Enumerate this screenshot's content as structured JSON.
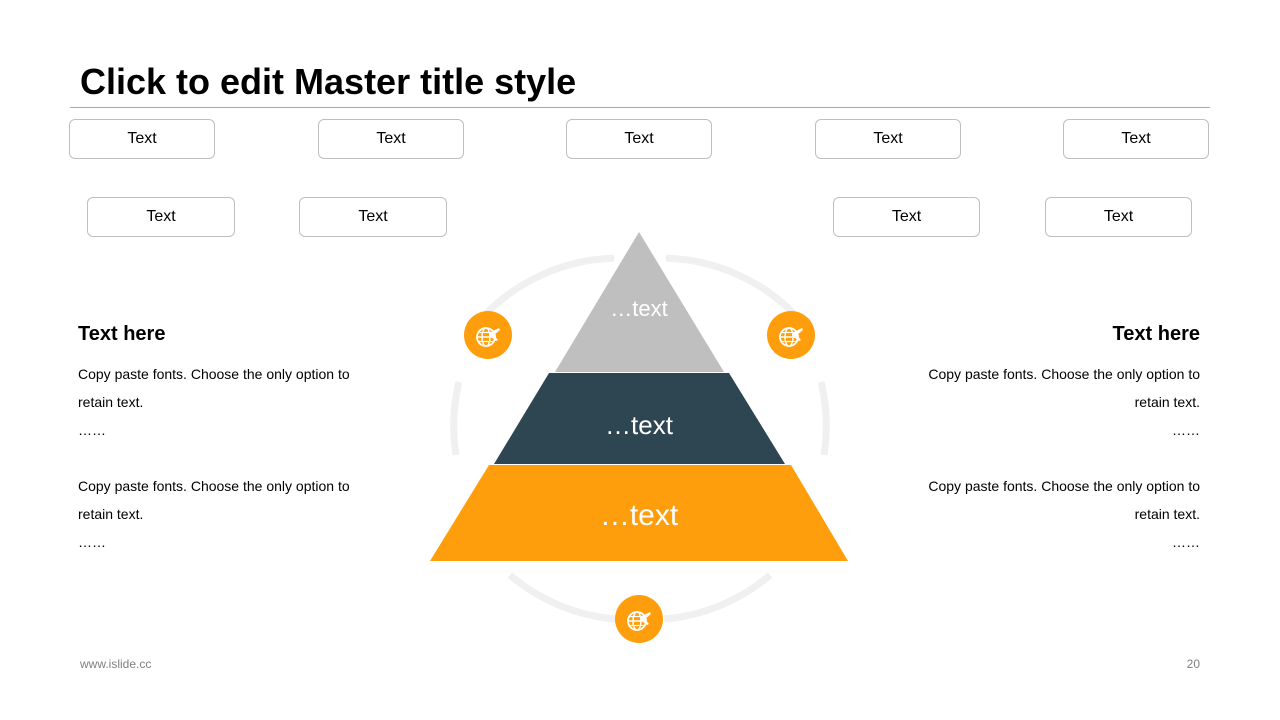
{
  "title": "Click to edit Master title style",
  "top_row": [
    "Text",
    "Text",
    "Text",
    "Text",
    "Text"
  ],
  "second_row": [
    "Text",
    "Text",
    "Text",
    "Text"
  ],
  "left_panel": {
    "heading": "Text here",
    "paragraphs": [
      {
        "text": "Copy paste fonts. Choose the only option to retain text.",
        "dots": "……"
      },
      {
        "text": "Copy paste fonts. Choose the only option to retain text.",
        "dots": "……"
      }
    ]
  },
  "right_panel": {
    "heading": "Text here",
    "paragraphs": [
      {
        "text": "Copy paste fonts. Choose the only option to retain text.",
        "dots": "……"
      },
      {
        "text": "Copy paste fonts. Choose the only option to retain text.",
        "dots": "……"
      }
    ]
  },
  "pyramid": {
    "top_label": "…text",
    "middle_label": "…text",
    "bottom_label": "…text",
    "colors": {
      "top": "#bfbfbf",
      "middle": "#2e4552",
      "bottom": "#ff9e0d",
      "ring": "#f0f0f0",
      "icon_bg": "#ff9e0d"
    }
  },
  "icons": [
    "globe-plane-icon",
    "globe-plane-icon",
    "globe-plane-icon"
  ],
  "footer": {
    "url": "www.islide.cc",
    "page_number": "20"
  }
}
